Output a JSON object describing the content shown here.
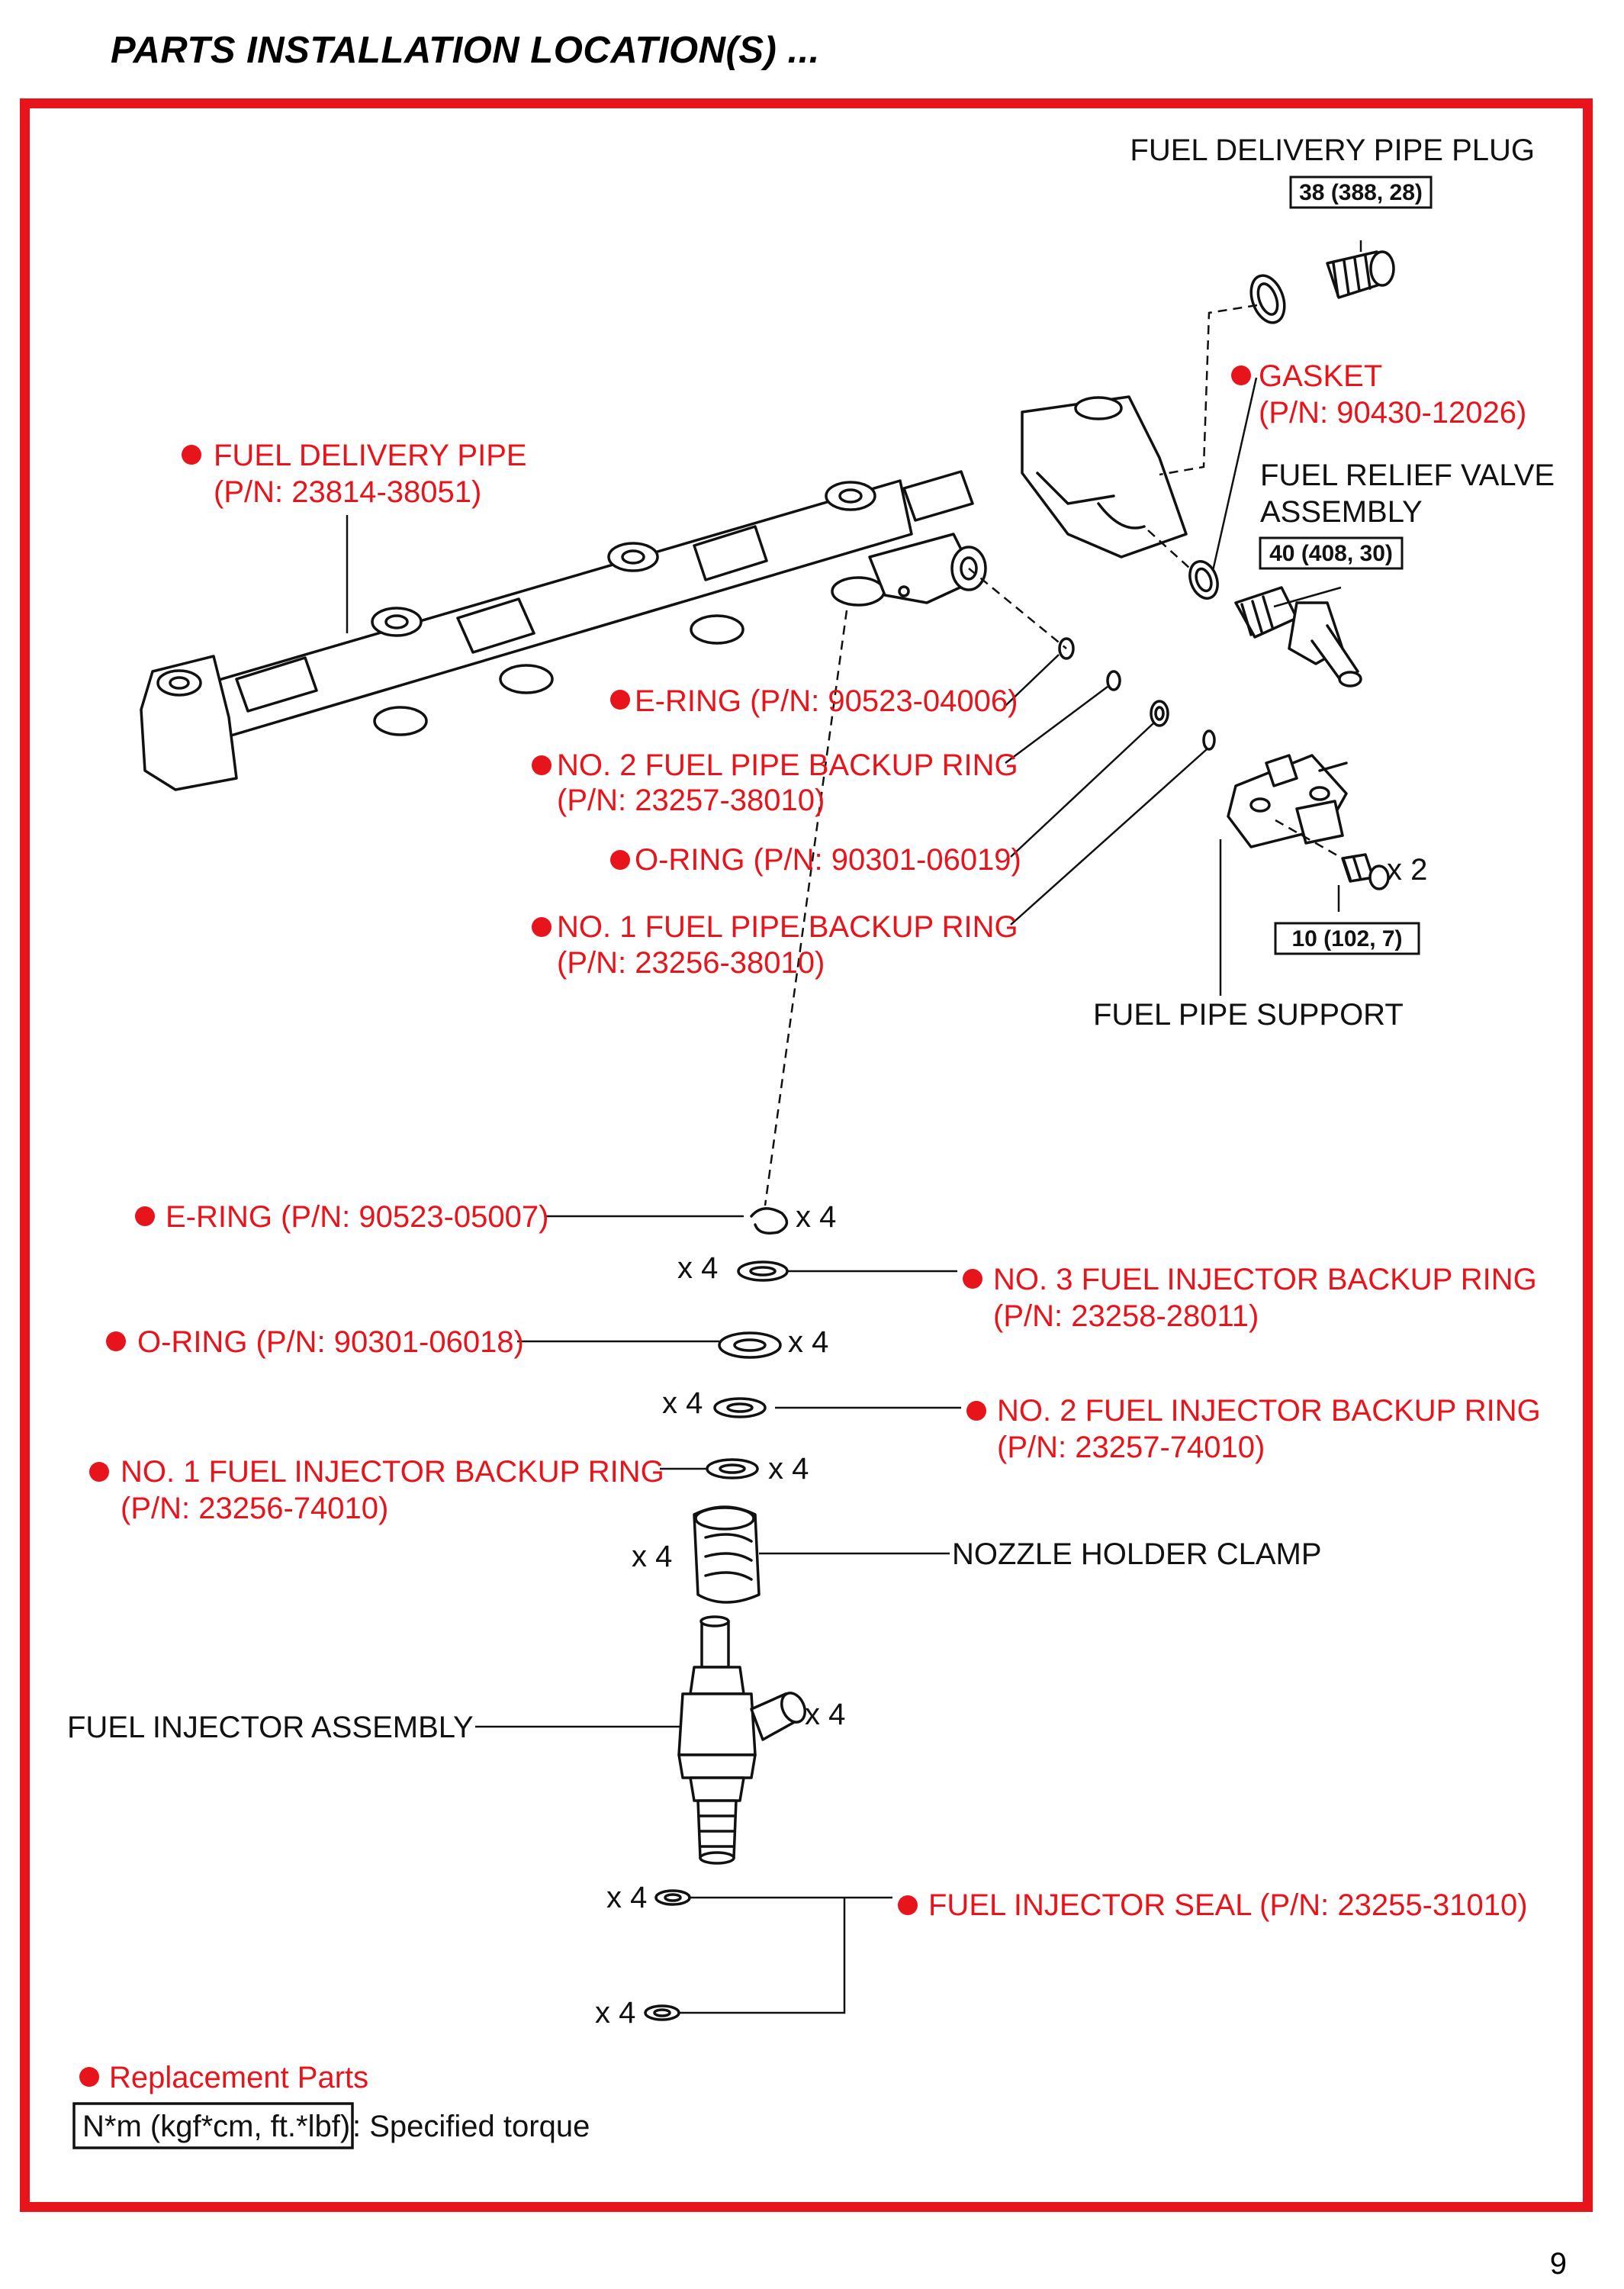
{
  "title": "PARTS INSTALLATION LOCATION(S) ...",
  "page_number": "9",
  "colors": {
    "frame": "#e8141b",
    "replacement": "#e8141b",
    "text": "#111111"
  },
  "parts": {
    "fuel_delivery_pipe_plug": "FUEL DELIVERY PIPE PLUG",
    "plug_torque": "38 (388, 28)",
    "gasket": "GASKET",
    "gasket_pn": "(P/N: 90430-12026)",
    "fuel_delivery_pipe": "FUEL DELIVERY PIPE",
    "fuel_delivery_pipe_pn": "(P/N: 23814-38051)",
    "fuel_relief_valve_l1": "FUEL RELIEF VALVE",
    "fuel_relief_valve_l2": "ASSEMBLY",
    "relief_torque": "40 (408, 30)",
    "e_ring_top": "E-RING (P/N: 90523-04006)",
    "no2_pipe_backup_ring": "NO. 2 FUEL PIPE BACKUP RING",
    "no2_pipe_backup_ring_pn": "(P/N: 23257-38010)",
    "o_ring_top": "O-RING (P/N: 90301-06019)",
    "no1_pipe_backup_ring": "NO. 1 FUEL PIPE BACKUP RING",
    "no1_pipe_backup_ring_pn": "(P/N: 23256-38010)",
    "support_qty": "x 2",
    "support_torque": "10 (102, 7)",
    "fuel_pipe_support": "FUEL PIPE SUPPORT",
    "e_ring_bottom": "E-RING (P/N: 90523-05007)",
    "no3_inj_backup_ring": "NO. 3 FUEL INJECTOR BACKUP RING",
    "no3_inj_backup_ring_pn": "(P/N: 23258-28011)",
    "o_ring_bottom": "O-RING (P/N: 90301-06018)",
    "no2_inj_backup_ring": "NO. 2 FUEL INJECTOR BACKUP RING",
    "no2_inj_backup_ring_pn": "(P/N: 23257-74010)",
    "no1_inj_backup_ring": "NO. 1 FUEL INJECTOR BACKUP RING",
    "no1_inj_backup_ring_pn": "(P/N: 23256-74010)",
    "nozzle_holder_clamp": "NOZZLE HOLDER CLAMP",
    "fuel_injector_assembly": "FUEL INJECTOR ASSEMBLY",
    "fuel_injector_seal": "FUEL INJECTOR SEAL (P/N: 23255-31010)",
    "qty_x4": "x 4"
  },
  "legend": {
    "replacement_parts": "Replacement Parts",
    "torque_unit": "N*m (kgf*cm, ft.*lbf)",
    "torque_desc": ": Specified torque"
  }
}
